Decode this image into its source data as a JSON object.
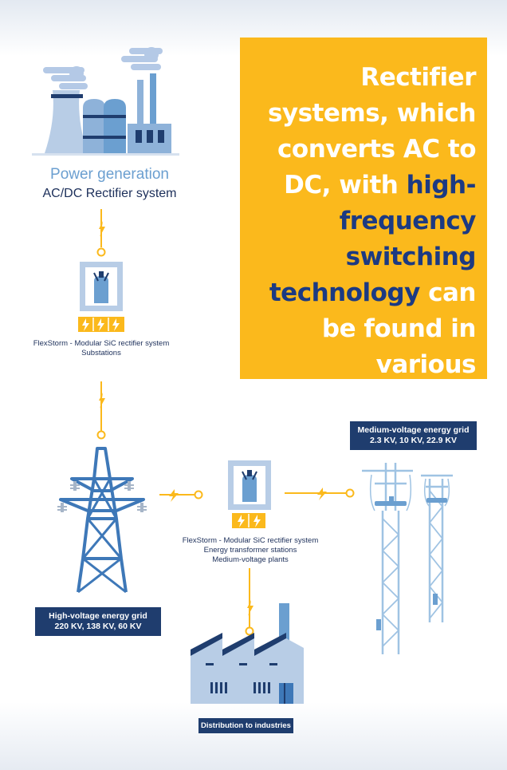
{
  "headline": {
    "part1": "Rectifier systems, which converts AC to DC, with ",
    "highlight1": "high-frequency switching technology",
    "part2": " can be found in various substations and installations."
  },
  "power_generation": {
    "title": "Power generation",
    "subtitle": "AC/DC Rectifier system"
  },
  "substation_rectifier": {
    "line1": "FlexStorm - Modular SiC rectifier system",
    "line2": "Substations"
  },
  "transformer_rectifier": {
    "line1": "FlexStorm - Modular SiC rectifier system",
    "line2": "Energy transformer stations",
    "line3": "Medium-voltage plants"
  },
  "high_voltage_grid": {
    "title": "High-voltage energy grid",
    "values": "220 KV, 138 KV, 60 KV"
  },
  "medium_voltage_grid": {
    "title": "Medium-voltage energy grid",
    "values": "2.3 KV, 10 KV, 22.9 KV"
  },
  "distribution": {
    "label": "Distribution to industries"
  },
  "colors": {
    "yellow": "#fbb91c",
    "navy": "#1c3a82",
    "light_blue": "#6b9fd0",
    "label_bg": "#1f3d6e"
  }
}
